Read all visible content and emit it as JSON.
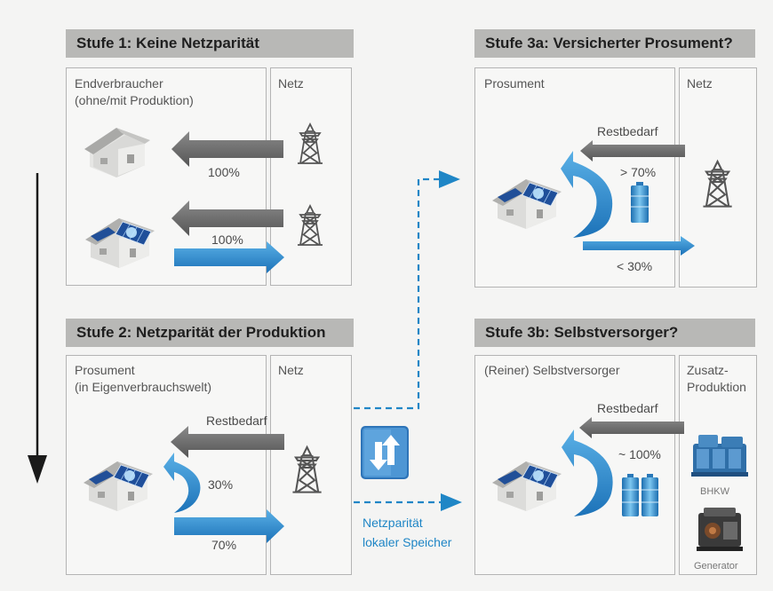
{
  "stage1": {
    "title": "Stufe 1: Keine Netzparität",
    "consumer_line1": "Endverbraucher",
    "consumer_line2": "(ohne/mit Produktion)",
    "grid_label": "Netz",
    "flow1_percent": "100%",
    "flow2_percent": "100%"
  },
  "stage2": {
    "title": "Stufe 2: Netzparität der Produktion",
    "prosument_line1": "Prosument",
    "prosument_line2": "(in Eigenverbrauchswelt)",
    "grid_label": "Netz",
    "restbedarf": "Restbedarf",
    "self_percent": "30%",
    "export_percent": "70%"
  },
  "stage3a": {
    "title": "Stufe 3a: Versicherter Prosument?",
    "prosument": "Prosument",
    "grid_label": "Netz",
    "restbedarf": "Restbedarf",
    "self_percent": "> 70%",
    "export_percent": "< 30%"
  },
  "stage3b": {
    "title": "Stufe 3b: Selbstversorger?",
    "selbstversorger": "(Reiner) Selbstversorger",
    "zusatz_line1": "Zusatz-",
    "zusatz_line2": "Produktion",
    "restbedarf": "Restbedarf",
    "self_percent": "~ 100%",
    "bhkw": "BHKW",
    "generator": "Generator"
  },
  "center": {
    "line1": "Netzparität",
    "line2": "lokaler Speicher"
  }
}
